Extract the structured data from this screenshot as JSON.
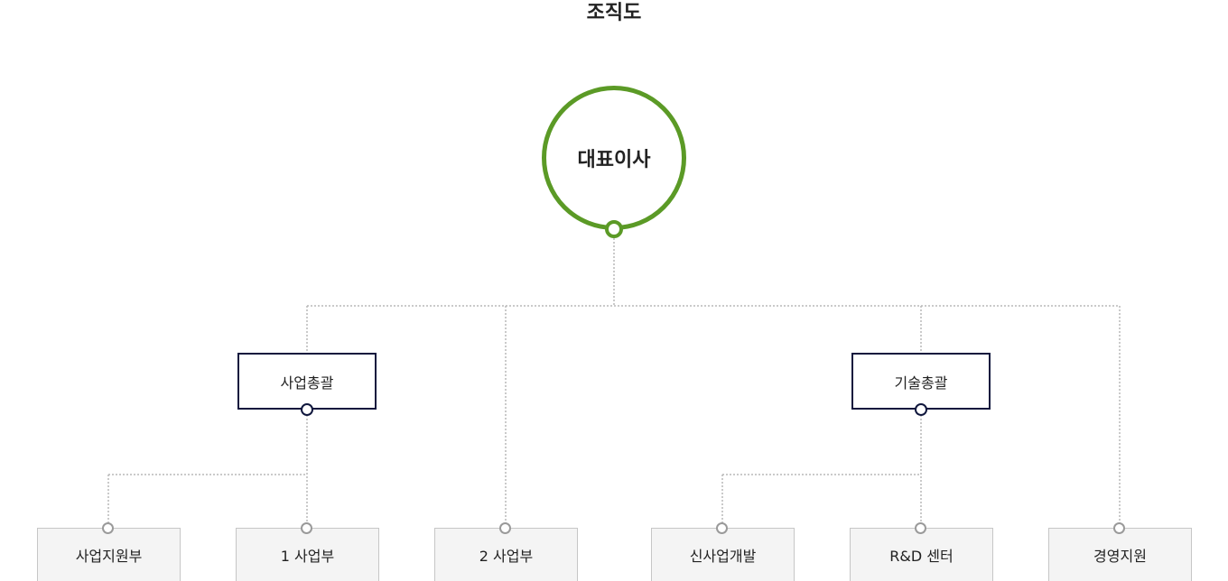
{
  "title": "조직도",
  "ceo": {
    "label": "대표이사"
  },
  "divisions": [
    {
      "label": "사업총괄"
    },
    {
      "label": "기술총괄"
    }
  ],
  "departments": [
    {
      "label": "사업지원부"
    },
    {
      "label": "1 사업부"
    },
    {
      "label": "2 사업부"
    },
    {
      "label": "신사업개발"
    },
    {
      "label": "R&D 센터"
    },
    {
      "label": "경영지원"
    }
  ],
  "colors": {
    "ceo_ring": "#5b9a26",
    "division_border": "#10173d",
    "department_border": "#c6c6c6",
    "department_fill": "#f4f4f4",
    "connector": "#b8b8b8"
  }
}
